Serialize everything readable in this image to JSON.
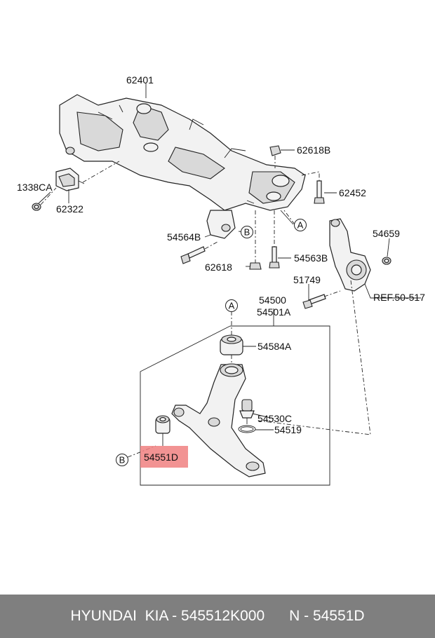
{
  "labels": {
    "p62401": "62401",
    "p62618B": "62618B",
    "p1338CA": "1338CA",
    "p62452": "62452",
    "p62322": "62322",
    "p54564B": "54564B",
    "p54659": "54659",
    "p54563B": "54563B",
    "p62618": "62618",
    "p51749": "51749",
    "ref": "REF.50-517",
    "p54500": "54500",
    "p54501A": "54501A",
    "p54584A": "54584A",
    "p54530C": "54530C",
    "p54519": "54519",
    "p54551D": "54551D"
  },
  "markers": {
    "a1": "A",
    "a2": "A",
    "b1": "B",
    "b2": "B"
  },
  "highlight_color": "#f08080",
  "footer": {
    "text": "HYUNDAI  KIA - 545512K000      N - 54551D"
  }
}
